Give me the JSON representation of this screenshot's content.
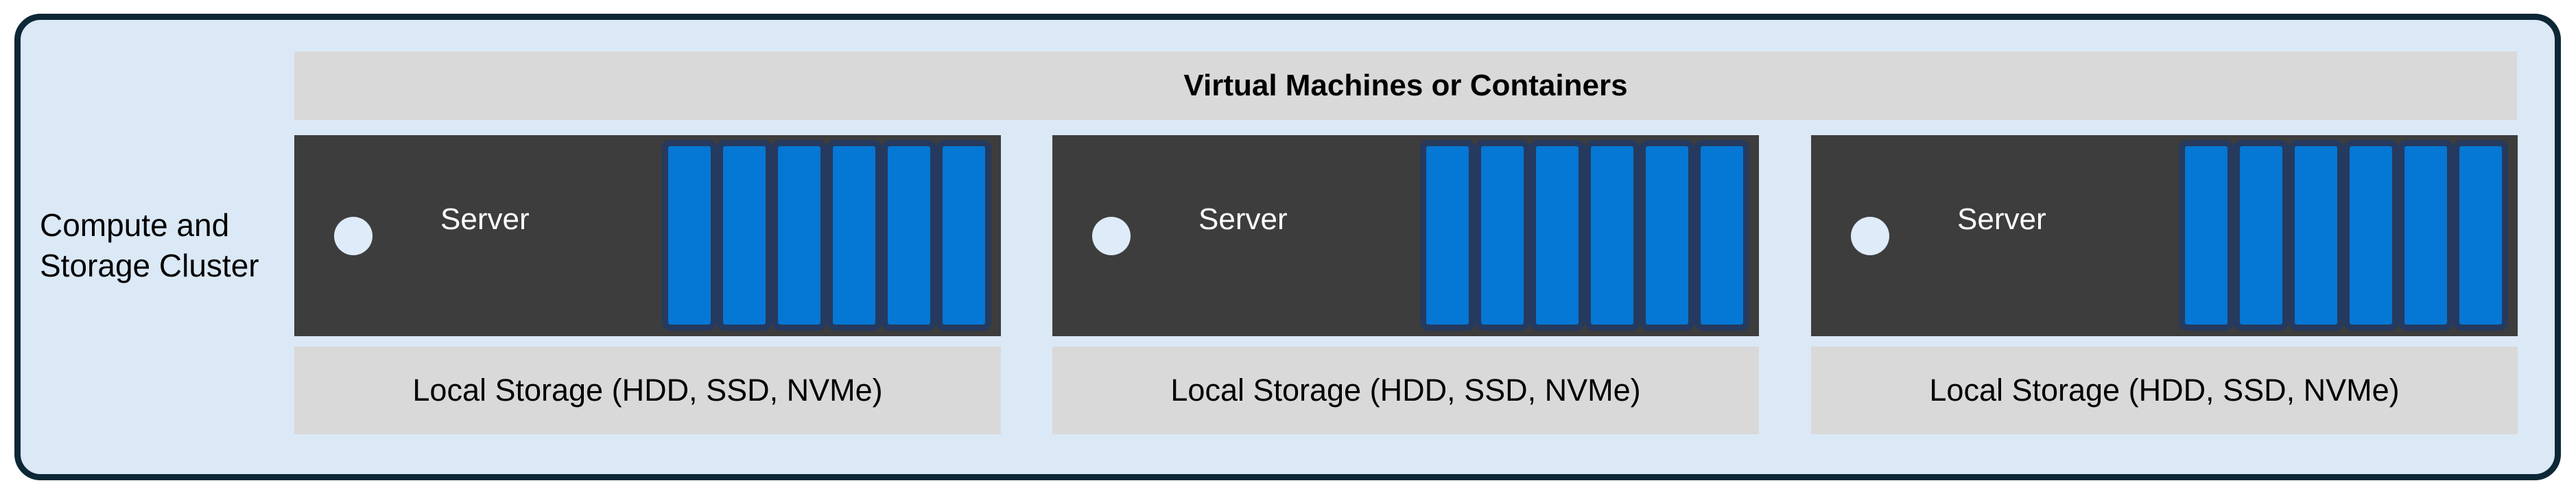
{
  "diagram": {
    "cluster_label_line1": "Compute and",
    "cluster_label_line2": "Storage Cluster",
    "header_label": "Virtual Machines or Containers"
  },
  "servers": [
    {
      "name": "Server",
      "storage_label": "Local Storage (HDD, SSD, NVMe)",
      "disk_count": 6,
      "led_icon": "led-circle-icon"
    },
    {
      "name": "Server",
      "storage_label": "Local Storage (HDD, SSD, NVMe)",
      "disk_count": 6,
      "led_icon": "led-circle-icon"
    },
    {
      "name": "Server",
      "storage_label": "Local Storage (HDD, SSD, NVMe)",
      "disk_count": 6,
      "led_icon": "led-circle-icon"
    }
  ],
  "colors": {
    "canvas_background": "#ffffff",
    "cluster_fill": "#dbe8f6",
    "cluster_border": "#0d2736",
    "panel_gray": "#d9d9d9",
    "server_dark": "#3d3d3d",
    "disk_blue": "#0577d4",
    "disk_border_navy": "#253a5e",
    "led_fill": "#deebf9",
    "server_text": "#ffffff",
    "label_text": "#000000"
  }
}
